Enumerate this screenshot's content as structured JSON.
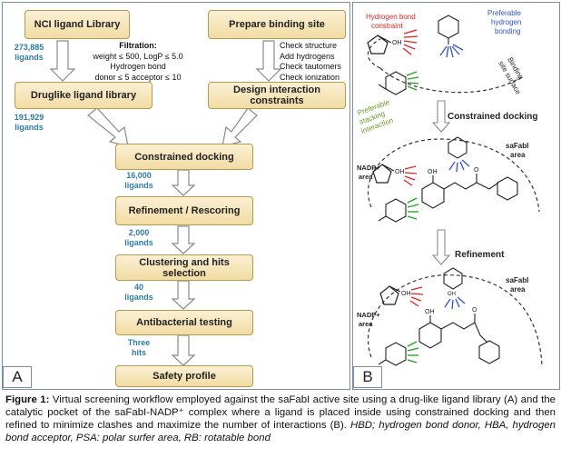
{
  "panel_a": {
    "boxes": {
      "nci": "NCI ligand Library",
      "prepare": "Prepare binding site",
      "druglike": "Druglike ligand library",
      "design": "Design interaction constraints",
      "constrained": "Constrained docking",
      "refinement": "Refinement / Rescoring",
      "clustering": "Clustering and hits selection",
      "antibacterial": "Antibacterial testing",
      "safety": "Safety profile"
    },
    "counts": {
      "c1_num": "273,885",
      "c1_unit": "ligands",
      "c2_num": "191,929",
      "c2_unit": "ligands",
      "c3_num": "16,000",
      "c3_unit": "ligands",
      "c4_num": "2,000",
      "c4_unit": "ligands",
      "c5_num": "40",
      "c5_unit": "ligands",
      "c6_num": "Three",
      "c6_unit": "hits"
    },
    "filtration": {
      "title": "Filtration:",
      "l1": "weight ≤ 500, LogP ≤ 5.0",
      "l2": "Hydrogen bond",
      "l3": "donor ≤ 5 acceptor ≤ 10"
    },
    "checks": [
      "Check structure",
      "Add hydrogens",
      "Check tautomers",
      "Check ionization"
    ],
    "label": "A"
  },
  "panel_b": {
    "hbond_constraint": [
      "Hydrogen bond",
      "constraint"
    ],
    "pref_hbond": [
      "Preferable",
      "hydrogen",
      "bonding"
    ],
    "binding_surface": [
      "Binding",
      "site surface"
    ],
    "pref_stacking": [
      "Preferable",
      "stacking",
      "interaction"
    ],
    "constrained_docking": "Constrained docking",
    "safabl_area": [
      "saFabI",
      "area"
    ],
    "nadp_area": [
      "NADP+",
      "area"
    ],
    "oh": "OH",
    "o": "O",
    "refinement": "Refinement",
    "label": "B",
    "colors": {
      "red": "#e02020",
      "blue": "#3050d0",
      "green": "#20a020"
    }
  },
  "caption": {
    "figure": "Figure 1:",
    "text": " Virtual screening workflow employed against the saFabI active site using a drug-like ligand library (A) and the catalytic pocket of the saFabI-NADP⁺ complex where a ligand is placed inside using constrained docking and then refined to minimize clashes and maximize the number of interactions (B). ",
    "abbrev": "HBD; hydrogen bond donor, HBA, hydrogen bond acceptor, PSA: polar surfer area, RB: rotatable bond"
  }
}
